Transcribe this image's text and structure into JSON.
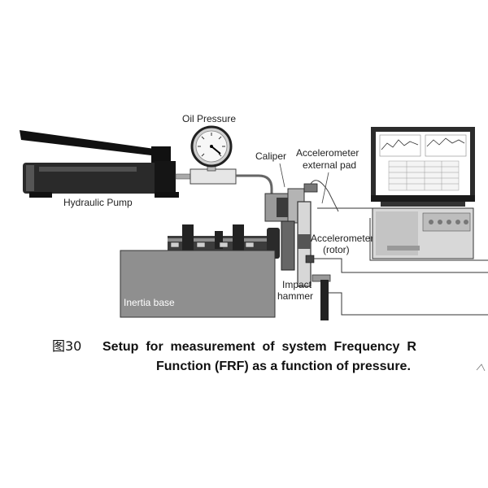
{
  "labels": {
    "oil_pressure": "Oil Pressure",
    "hydraulic_pump": "Hydraulic Pump",
    "caliper": "Caliper",
    "accel_external_line1": "Accelerometer",
    "accel_external_line2": "external pad",
    "accel_rotor_line1": "Accelerometer",
    "accel_rotor_line2": "(rotor)",
    "inertia_base": "Inertia base",
    "impact_line1": "Impact",
    "impact_line2": "hammer"
  },
  "caption": {
    "figure_number": "图30",
    "line1": "Setup  for  measurement  of  system  Frequency  R",
    "line2": "Function (FRF) as a function of pressure."
  }
}
